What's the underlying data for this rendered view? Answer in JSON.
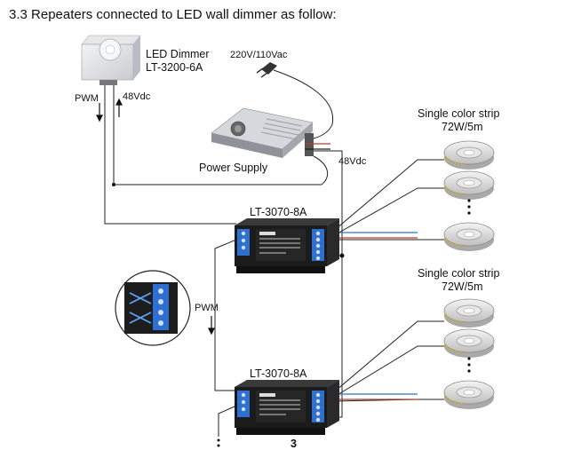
{
  "heading": "3.3 Repeaters connected to LED wall dimmer as follow:",
  "dimmer": {
    "name": "LED Dimmer",
    "model": "LT-3200-6A"
  },
  "mains_label": "220V/110Vac",
  "power_supply_label": "Power Supply",
  "signal_labels": {
    "pwm_top": "PWM",
    "vdc_top": "48Vdc",
    "vdc_right": "48Vdc",
    "pwm_middle": "PWM"
  },
  "repeaters": [
    {
      "model": "LT-3070-8A"
    },
    {
      "model": "LT-3070-8A"
    }
  ],
  "strip_groups": [
    {
      "title": "Single color strip",
      "spec": "72W/5m"
    },
    {
      "title": "Single color strip",
      "spec": "72W/5m"
    }
  ],
  "page_number": "3",
  "colors": {
    "wire": "#222222",
    "device_body": "#1b1b1b",
    "terminal_blue": "#2f6fd0",
    "strip_reel": "#d9d9d9",
    "psu_body": "#b8bcc2"
  }
}
